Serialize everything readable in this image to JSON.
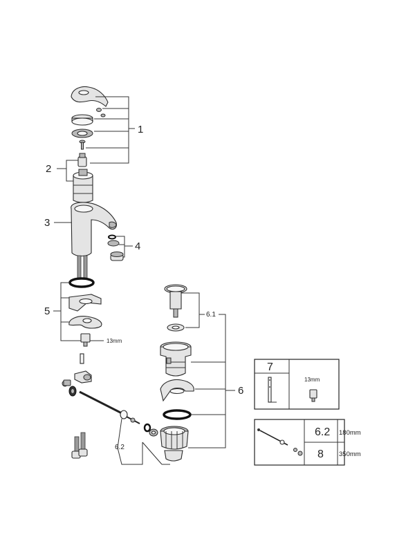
{
  "callouts": {
    "c1": "1",
    "c2": "2",
    "c3": "3",
    "c4": "4",
    "c5": "5",
    "c6": "6",
    "c61": "6.1",
    "c62": "6.2"
  },
  "wrench_size_label": "13mm",
  "tools_box": {
    "number": "7",
    "wrench_label": "13mm"
  },
  "rods_table": {
    "rows": [
      {
        "code": "6.2",
        "length": "180mm"
      },
      {
        "code": "8",
        "length": "350mm"
      }
    ]
  }
}
